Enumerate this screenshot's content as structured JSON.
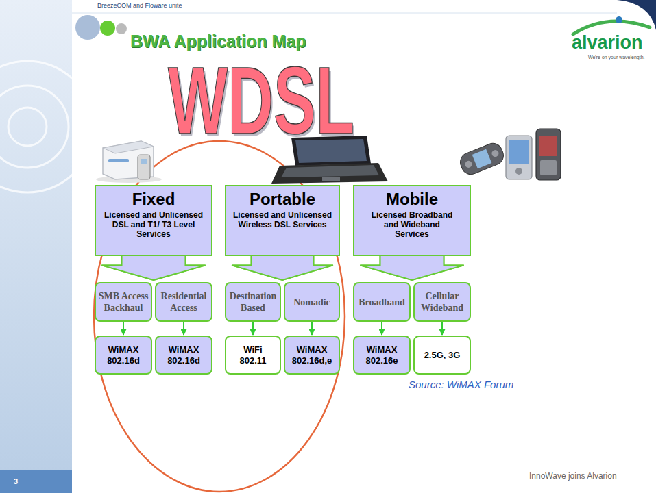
{
  "diagram": {
    "title": "BWA Application Map",
    "nodes": [
      {
        "text": [
          "Fixed",
          "Licensed and Unlicensed DSL and T1/ T3 Level Services"
        ]
      },
      {
        "text": [
          "Portable",
          "Licensed and Unlicensed Wireless DSL Services"
        ]
      },
      {
        "text": [
          "Mobile",
          "Licensed Broadband and Wideband Services"
        ]
      },
      {
        "text": [
          "SMB Access Backhaul"
        ]
      },
      {
        "text": [
          "Residential Access"
        ]
      },
      {
        "text": [
          "Destination Based"
        ]
      },
      {
        "text": [
          "Nomadic"
        ]
      },
      {
        "text": [
          "Broadband"
        ]
      },
      {
        "text": [
          "Cellular Wideband"
        ]
      },
      {
        "text": [
          "WiMAX 802.16d"
        ]
      },
      {
        "text": [
          "WiMAX 802.16d"
        ]
      },
      {
        "text": [
          "WiFi 802.11"
        ]
      },
      {
        "text": [
          "WiMAX 802.16d,e"
        ]
      },
      {
        "text": [
          "WiMAX 802.16e"
        ]
      },
      {
        "text": [
          "2.5G, 3G"
        ]
      }
    ],
    "edges": [
      {
        "from": 0,
        "to": 3,
        "arrow": "to"
      },
      {
        "from": 0,
        "to": 4,
        "arrow": "to"
      },
      {
        "from": 1,
        "to": 5,
        "arrow": "to"
      },
      {
        "from": 1,
        "to": 6,
        "arrow": "to"
      },
      {
        "from": 2,
        "to": 7,
        "arrow": "to"
      },
      {
        "from": 2,
        "to": 8,
        "arrow": "to"
      },
      {
        "from": 3,
        "to": 9,
        "arrow": "to"
      },
      {
        "from": 4,
        "to": 10,
        "arrow": "to"
      },
      {
        "from": 5,
        "to": 11,
        "arrow": "to"
      },
      {
        "from": 6,
        "to": 12,
        "arrow": "to"
      },
      {
        "from": 7,
        "to": 13,
        "arrow": "to"
      },
      {
        "from": 8,
        "to": 14,
        "arrow": "to"
      }
    ],
    "labels": [
      "BreezeCOM and Floware unite",
      "alvarion",
      "We're on your wavelength.",
      "WDSL",
      "Source: WiMAX Forum",
      "3",
      "InnoWave joins Alvarion"
    ]
  }
}
